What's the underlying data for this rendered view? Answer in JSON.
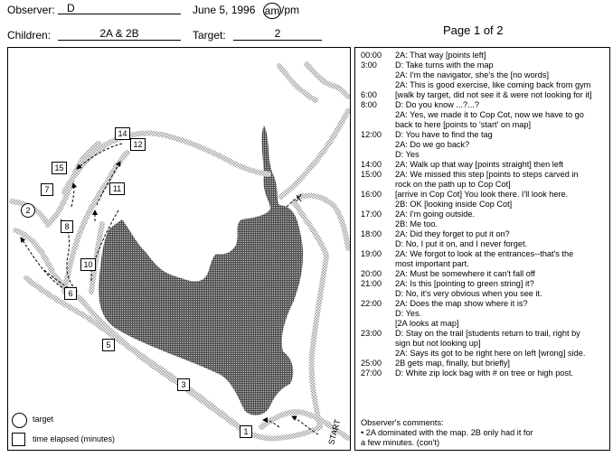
{
  "header": {
    "observer_label": "Observer:",
    "observer_value": "D",
    "date": "June 5, 1996",
    "ampm_am": "am",
    "ampm_sep": "/pm",
    "children_label": "Children:",
    "children_value": "2A & 2B",
    "target_label": "Target:",
    "target_value": "2",
    "page": "Page 1 of 2"
  },
  "map": {
    "markers": [
      "14",
      "12",
      "15",
      "7",
      "11",
      "8",
      "10",
      "6",
      "5",
      "3",
      "1"
    ],
    "target_marker": "2",
    "mark_x": "X",
    "start_label": "START",
    "legend": {
      "target": "target",
      "time_elapsed": "time elapsed (minutes)"
    }
  },
  "log": [
    {
      "t": "00:00",
      "x": "2A:  That way [points left]"
    },
    {
      "t": "3:00",
      "x": "D:  Take turns with the map"
    },
    {
      "t": "",
      "x": "2A:  I'm the navigator, she's the [no words]"
    },
    {
      "t": "",
      "x": "2A:  This is good exercise, like coming back from gym"
    },
    {
      "t": "6:00",
      "x": "[walk by target, did not see it & were not looking for it]"
    },
    {
      "t": "8:00",
      "x": "D:  Do you know ...?...?"
    },
    {
      "t": "",
      "x": "2A:  Yes, we made it to Cop Cot, now we have to go"
    },
    {
      "t": "",
      "x": "          back to here [points to 'start' on map]"
    },
    {
      "t": "12:00",
      "x": "D:  You have to find the tag"
    },
    {
      "t": "",
      "x": "2A: Do we go back?"
    },
    {
      "t": "",
      "x": "D:  Yes"
    },
    {
      "t": "14:00",
      "x": "2A:  Walk up that way [points straight] then left"
    },
    {
      "t": "15:00",
      "x": "2A:  We missed this step [points to steps carved in"
    },
    {
      "t": "",
      "x": "          rock on the path up to Cop Cot]"
    },
    {
      "t": "16:00",
      "x": "[arrive in Cop Cot]  You look there.  I'll look here."
    },
    {
      "t": "",
      "x": "2B:  OK [looking inside Cop Cot]"
    },
    {
      "t": "17:00",
      "x": "2A:  I'm going outside."
    },
    {
      "t": "",
      "x": "2B:  Me too."
    },
    {
      "t": "18:00",
      "x": "2A:  Did they forget to put it on?"
    },
    {
      "t": "",
      "x": "D:  No, I put it on, and I never forget."
    },
    {
      "t": "19:00",
      "x": "2A:  We forgot to look at the entrances--that's the"
    },
    {
      "t": "",
      "x": "most important part."
    },
    {
      "t": "20:00",
      "x": "2A:  Must be somewhere it can't fall off"
    },
    {
      "t": "21:00",
      "x": "2A:  Is this [pointing to green string] it?"
    },
    {
      "t": "",
      "x": "D:  No, it's very obvious when you see it."
    },
    {
      "t": "22:00",
      "x": "2A:  Does the map show where it is?"
    },
    {
      "t": "",
      "x": "D:  Yes."
    },
    {
      "t": "",
      "x": "[2A looks at map]"
    },
    {
      "t": "23:00",
      "x": "D:  Stay on the trail [students return to trail, right by"
    },
    {
      "t": "",
      "x": "          sign but not looking up]"
    },
    {
      "t": "",
      "x": "2A:  Says its got to be right here on left [wrong] side."
    },
    {
      "t": "25:00",
      "x": "2B gets map, finally, but briefly]"
    },
    {
      "t": "27:00",
      "x": "D:  White zip lock bag with # on tree or high post."
    }
  ],
  "comments": {
    "heading": "Observer's comments:",
    "line1": "•  2A dominated with the map.  2B only had it for",
    "line2": "a few minutes.  (con't)"
  }
}
